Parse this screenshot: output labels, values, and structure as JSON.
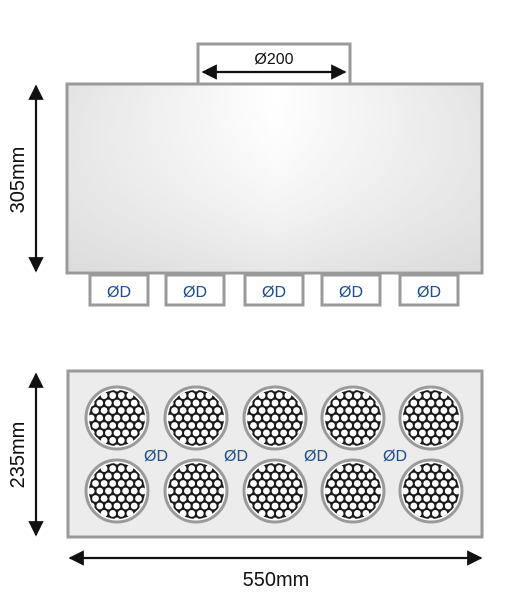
{
  "colors": {
    "outline": "#9a9a9a",
    "port_label": "#1f4e8c",
    "arrow": "#111111",
    "hole_fill": "#1a1a1a",
    "mesh": "#ffffff"
  },
  "top_view": {
    "outlet_label": "Ø200",
    "height_label": "305mm",
    "ports": [
      "ØD",
      "ØD",
      "ØD",
      "ØD",
      "ØD"
    ]
  },
  "front_view": {
    "height_label": "235mm",
    "width_label": "550mm",
    "port_labels": [
      "ØD",
      "ØD",
      "ØD",
      "ØD"
    ],
    "hole_rows": 2,
    "hole_cols": 5,
    "hole_icon": "honeycomb-grille-icon"
  }
}
